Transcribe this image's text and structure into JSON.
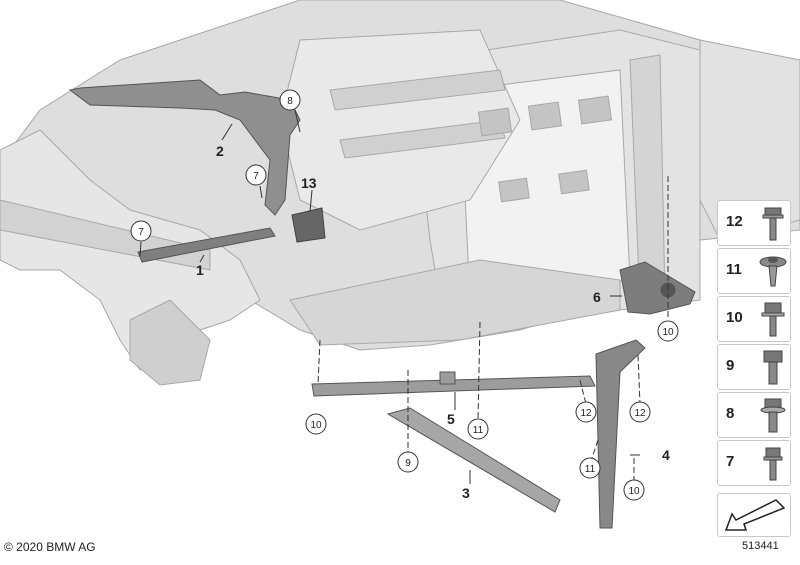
{
  "copyright": "© 2020 BMW AG",
  "diagram_id": "513441",
  "callouts": {
    "c1": "1",
    "c2": "2",
    "c3": "3",
    "c4": "4",
    "c5": "5",
    "c6": "6",
    "c7a": "7",
    "c7b": "7",
    "c8": "8",
    "c9": "9",
    "c10a": "10",
    "c10b": "10",
    "c10c": "10",
    "c11a": "11",
    "c11b": "11",
    "c12a": "12",
    "c12b": "12",
    "c13": "13"
  },
  "legend": [
    {
      "number": "12",
      "icon": "flange-bolt-icon"
    },
    {
      "number": "11",
      "icon": "expanding-nut-icon"
    },
    {
      "number": "10",
      "icon": "hex-bolt-washer-icon"
    },
    {
      "number": "9",
      "icon": "hex-bolt-icon"
    },
    {
      "number": "8",
      "icon": "hex-bolt-collar-icon"
    },
    {
      "number": "7",
      "icon": "hex-bolt-small-icon"
    }
  ],
  "colors": {
    "body_shell": "#dcdcdc",
    "body_line": "#a9a9a9",
    "part_fill": "#8c8c8c",
    "part_line": "#5a5a5a",
    "legend_border": "#c8c8c8"
  }
}
